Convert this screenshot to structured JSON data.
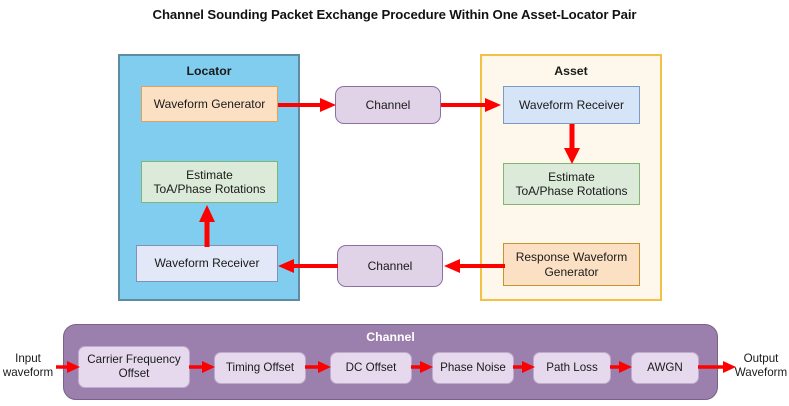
{
  "title": "Channel Sounding Packet Exchange Procedure Within One Asset-Locator Pair",
  "colors": {
    "arrow": "#FF0000",
    "locator_fill": "#81CDEF",
    "locator_border": "#5E8CA0",
    "asset_fill": "#FDF8EB",
    "asset_border": "#F2C146",
    "generator_fill": "#FBE0C4",
    "generator_border": "#E0A355",
    "estimate_fill": "#DCEBD9",
    "estimate_border": "#82B474",
    "receiver_fill": "#D6E4F7",
    "receiver_border": "#7C9AC4",
    "channel_fill": "#E0D3E8",
    "channel_border": "#8E6FA3",
    "pipeline_fill": "#9B7FAC",
    "pipeline_node_fill": "#E6D9EE"
  },
  "locator": {
    "title": "Locator",
    "waveform_generator": "Waveform Generator",
    "estimate": "Estimate\nToA/Phase Rotations",
    "estimate_line1": "Estimate",
    "estimate_line2": "ToA/Phase Rotations",
    "waveform_receiver": "Waveform Receiver"
  },
  "asset": {
    "title": "Asset",
    "waveform_receiver": "Waveform Receiver",
    "estimate_line1": "Estimate",
    "estimate_line2": "ToA/Phase Rotations",
    "response_generator_line1": "Response Waveform",
    "response_generator_line2": "Generator"
  },
  "channels": {
    "forward_label": "Channel",
    "reverse_label": "Channel"
  },
  "pipeline": {
    "title": "Channel",
    "input_label_line1": "Input",
    "input_label_line2": "waveform",
    "output_label_line1": "Output",
    "output_label_line2": "Waveform",
    "stages": [
      {
        "line1": "Carrier Frequency",
        "line2": "Offset"
      },
      {
        "line1": "Timing Offset",
        "line2": ""
      },
      {
        "line1": "DC Offset",
        "line2": ""
      },
      {
        "line1": "Phase Noise",
        "line2": ""
      },
      {
        "line1": "Path Loss",
        "line2": ""
      },
      {
        "line1": "AWGN",
        "line2": ""
      }
    ]
  }
}
